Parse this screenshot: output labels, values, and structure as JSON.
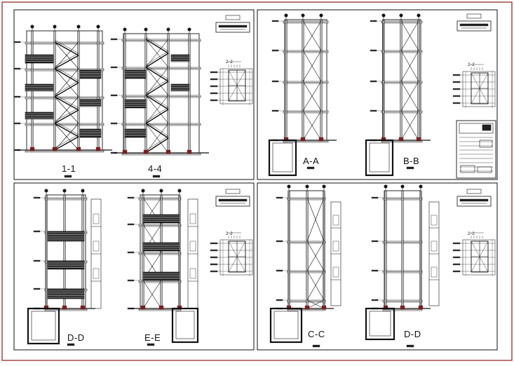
{
  "sheet": {
    "border_color": "#8b1a1a",
    "line_color": "#111111",
    "marker_color": "#7a1f1f"
  },
  "sections": [
    {
      "label": "1-1"
    },
    {
      "label": "4-4"
    },
    {
      "label": "A-A"
    },
    {
      "label": "B-B"
    },
    {
      "label": "D-D"
    },
    {
      "label": "E-E"
    },
    {
      "label": "C-C"
    },
    {
      "label": "D-D"
    }
  ],
  "key_plans": [
    {
      "label": "2-2"
    },
    {
      "label": "2-2"
    },
    {
      "label": "2-2"
    },
    {
      "label": "2-2"
    }
  ]
}
